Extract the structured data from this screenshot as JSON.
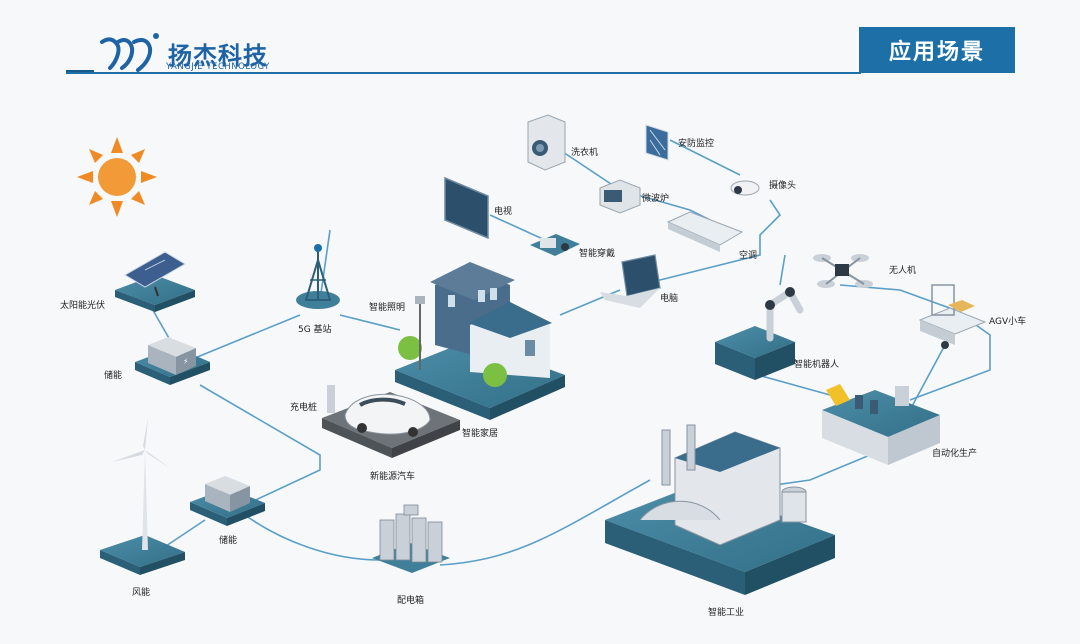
{
  "header": {
    "brand_cn": "扬杰科技",
    "brand_en": "YANGJIE TECHNOLOGY",
    "section_tag": "应用场景"
  },
  "colors": {
    "accent_blue": "#1d6fa8",
    "line_blue": "#5a9fc9",
    "platform_top": "#3f7f99",
    "platform_side": "#2a5f77",
    "sun_orange": "#f08a24"
  },
  "nodes": {
    "solar_pv": "太阳能光伏",
    "storage_1": "储能",
    "base_station": "5G 基站",
    "wind_power": "风能",
    "storage_2": "储能",
    "distribution_box": "配电箱",
    "smart_lighting": "智能照明",
    "charging_pile": "充电桩",
    "new_energy_vehicle": "新能源汽车",
    "smart_home": "智能家居",
    "washing_machine": "洗衣机",
    "security_monitoring": "安防监控",
    "microwave": "微波炉",
    "camera": "摄像头",
    "tv": "电视",
    "smart_wearable": "智能穿戴",
    "air_conditioner": "空调",
    "computer": "电脑",
    "drone": "无人机",
    "agv": "AGV小车",
    "smart_robot": "智能机器人",
    "auto_production": "自动化生产",
    "smart_industry": "智能工业"
  }
}
